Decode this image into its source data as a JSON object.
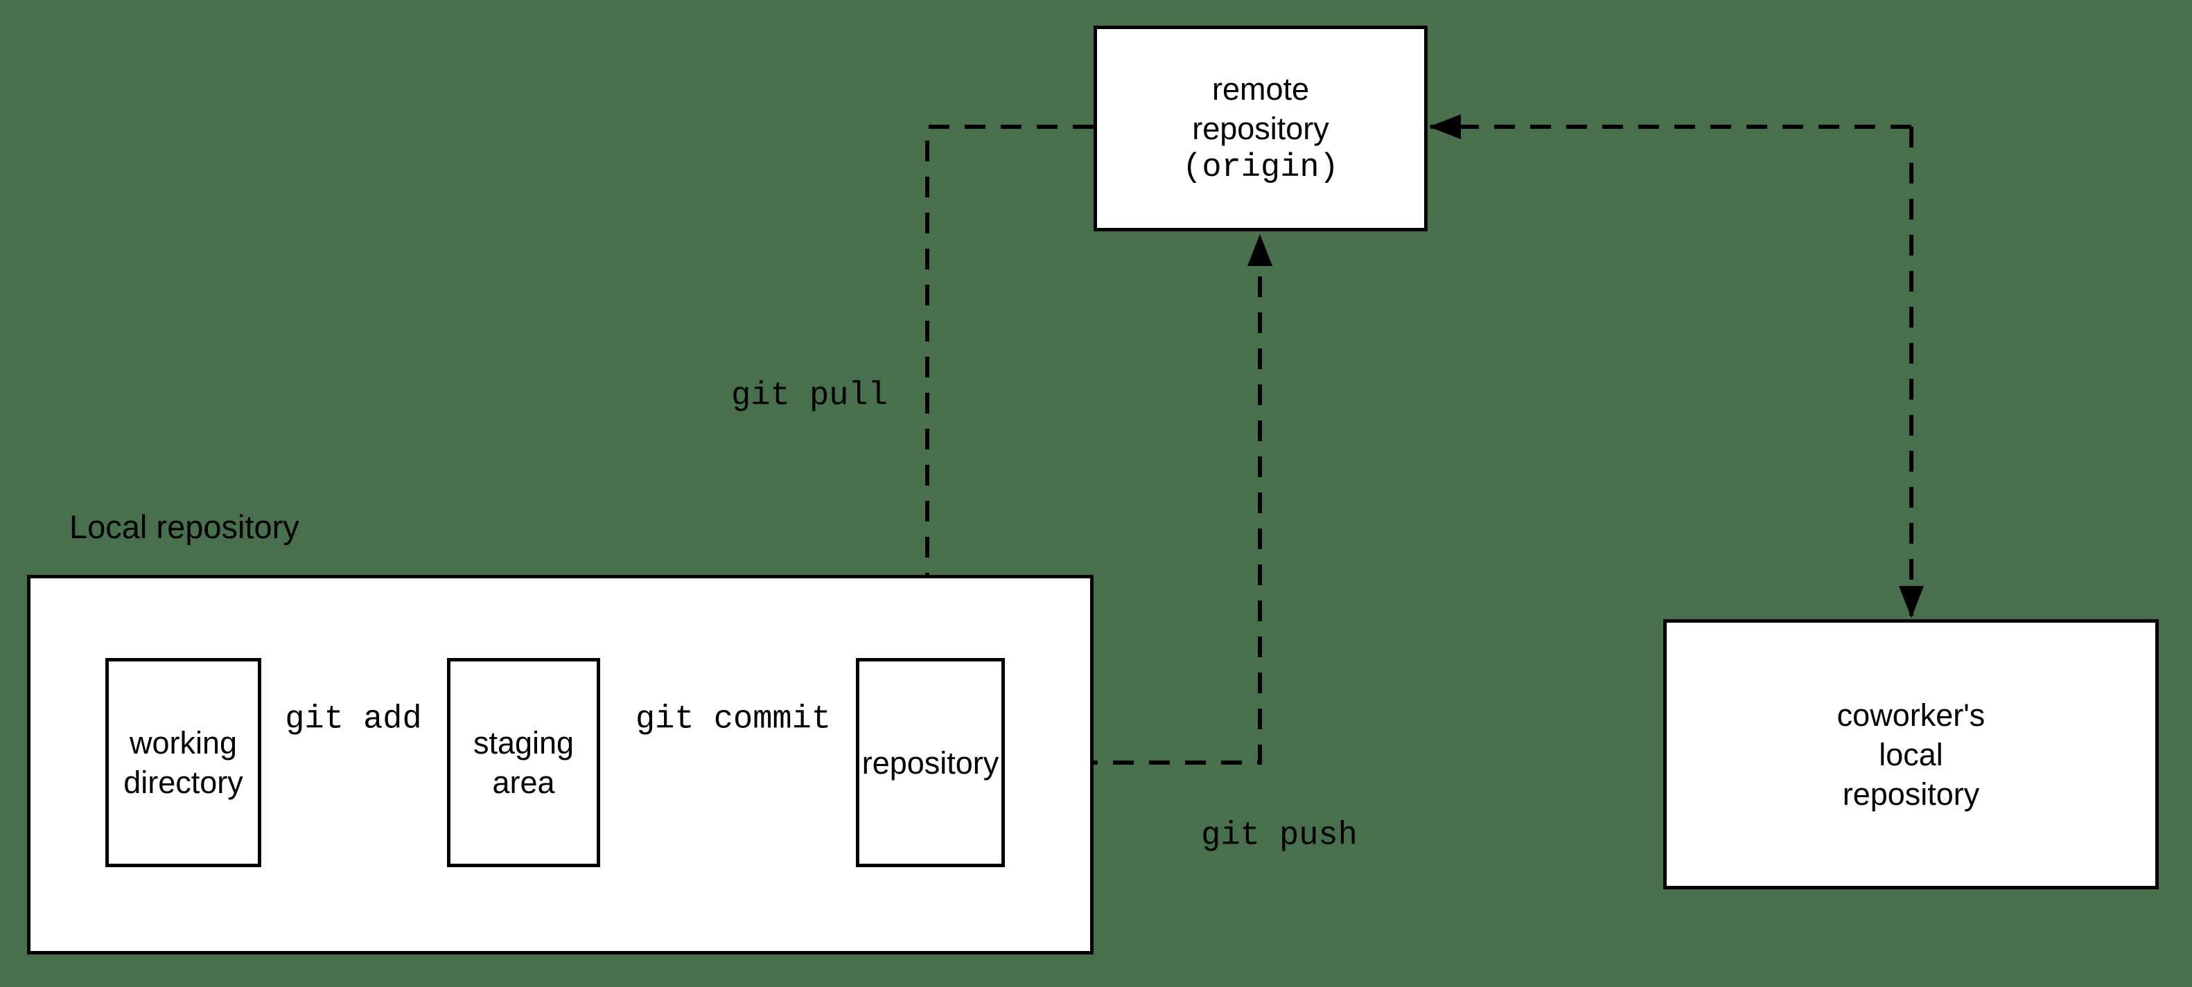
{
  "colors": {
    "background": "#48704d",
    "box_fill": "#ffffff",
    "line": "#000000"
  },
  "local_group": {
    "title": "Local repository"
  },
  "boxes": {
    "remote": {
      "label": "remote\nrepository",
      "origin": "(origin)"
    },
    "working": {
      "label": "working\ndirectory"
    },
    "staging": {
      "label": "staging\narea"
    },
    "repository": {
      "label": "repository"
    },
    "coworker": {
      "label": "coworker's\nlocal\nrepository"
    }
  },
  "edges": {
    "git_add": {
      "label": "git add"
    },
    "git_commit": {
      "label": "git commit"
    },
    "git_pull": {
      "label": "git pull"
    },
    "git_push": {
      "label": "git push"
    }
  }
}
